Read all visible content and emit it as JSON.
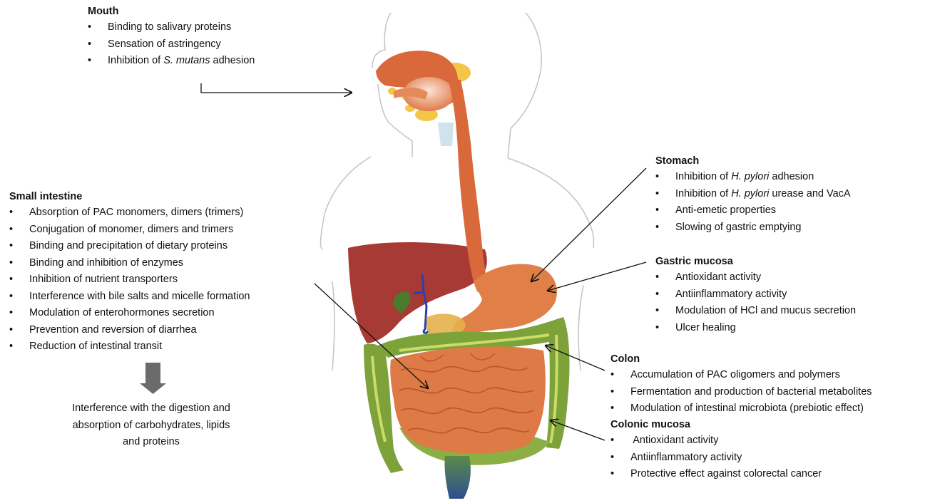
{
  "mouth": {
    "title": "Mouth",
    "items": [
      "Binding to salivary proteins",
      "Sensation of astringency"
    ],
    "item3_pre": "Inhibition of ",
    "item3_em": "S. mutans",
    "item3_post": " adhesion"
  },
  "stomach": {
    "title": "Stomach",
    "item1_pre": "Inhibition of ",
    "item1_em": "H. pylori",
    "item1_post": " adhesion",
    "item2_pre": "Inhibition of ",
    "item2_em": "H. pylori",
    "item2_post": " urease and VacA",
    "items": [
      "Anti-emetic properties",
      "Slowing of gastric emptying"
    ]
  },
  "gastric_mucosa": {
    "title": "Gastric mucosa",
    "items": [
      "Antioxidant activity",
      "Antiinflammatory activity",
      "Modulation of HCl and mucus secretion",
      "Ulcer healing"
    ]
  },
  "small_intestine": {
    "title": "Small intestine",
    "items": [
      "Absorption of PAC monomers, dimers (trimers)",
      "Conjugation of monomer, dimers and trimers",
      "Binding and precipitation of dietary proteins",
      "Binding and inhibition of enzymes",
      "Inhibition of nutrient transporters",
      "Interference with bile salts and micelle formation",
      "Modulation of enterohormones secretion",
      "Prevention and reversion of diarrhea",
      "Reduction of intestinal transit"
    ],
    "conclusion": [
      "Interference with the digestion and",
      "absorption of carbohydrates, lipids",
      "and proteins"
    ]
  },
  "colon": {
    "title": "Colon",
    "items": [
      "Accumulation of PAC oligomers and polymers",
      "Fermentation and production of bacterial metabolites",
      "Modulation of intestinal microbiota (prebiotic effect)"
    ]
  },
  "colonic_mucosa": {
    "title": "Colonic mucosa",
    "items": [
      " Antioxidant activity",
      "Antiinflammatory activity",
      "Protective effect against colorectal cancer"
    ]
  },
  "colors": {
    "esophagus": "#d9683a",
    "liver": "#a83a36",
    "intestine": "#dd7a45",
    "colon": "#7ea23a",
    "rectum": "#3a5f8f",
    "gland": "#f3c64a",
    "outline": "#bdbdbd"
  }
}
